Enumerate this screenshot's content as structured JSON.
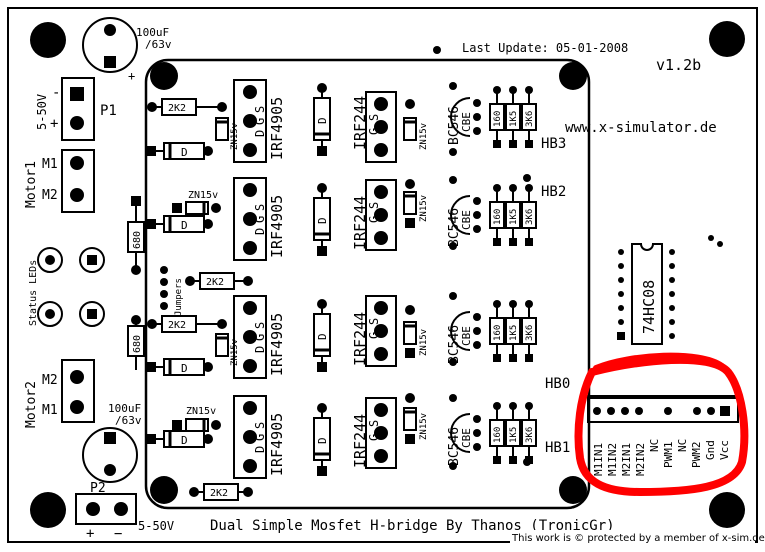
{
  "board": {
    "last_update": "Last Update: 05-01-2008",
    "version": "v1.2b",
    "website": "www.x-simulator.de",
    "footer_title": "Dual Simple Mosfet H-bridge By Thanos (TronicGr)",
    "protection_note": "This work is © protected by a member of x-sim.de"
  },
  "capacitors": {
    "top": {
      "value": "100uF",
      "voltage": "/63v",
      "plus": "+"
    },
    "bottom": {
      "value": "100uF",
      "voltage": "/63v"
    }
  },
  "connectors": {
    "p1": {
      "name": "P1",
      "voltage": "5-50V",
      "minus": "-",
      "plus": "+"
    },
    "motor1": {
      "name": "Motor1",
      "pins": [
        "M1",
        "M2"
      ]
    },
    "motor2": {
      "name": "Motor2",
      "pins": [
        "M2",
        "M1"
      ]
    },
    "p2": {
      "name": "P2",
      "voltage": "5-50V",
      "plus": "+",
      "minus": "−"
    }
  },
  "side_labels": {
    "status_leds": "Status LEDs",
    "jumpers": "Jumpers"
  },
  "resistors": {
    "r2k2": "2K2",
    "r680": "680",
    "r160": "160",
    "r1k5": "1K5",
    "r3k6": "3K6"
  },
  "parts": {
    "irf4905": "IRF4905",
    "irf244": "IRF244",
    "bc546": "BC546",
    "zener": "ZN15v",
    "diode": "D",
    "pins_sgd": [
      "S",
      "G",
      "D"
    ],
    "pins_gs": [
      "G",
      "S"
    ],
    "pins_cbe": [
      "C",
      "B",
      "E"
    ]
  },
  "hbridges": [
    "HB3",
    "HB2",
    "HB0",
    "HB1"
  ],
  "ic": {
    "name": "74HC08"
  },
  "header_pins": [
    "M1IN1",
    "M1IN2",
    "M2IN1",
    "M2IN2",
    "NC",
    "PWM1",
    "NC",
    "PWM2",
    "Gnd",
    "Vcc"
  ],
  "colors": {
    "highlight": "#ff0000",
    "ink": "#000000",
    "board": "#ffffff"
  }
}
